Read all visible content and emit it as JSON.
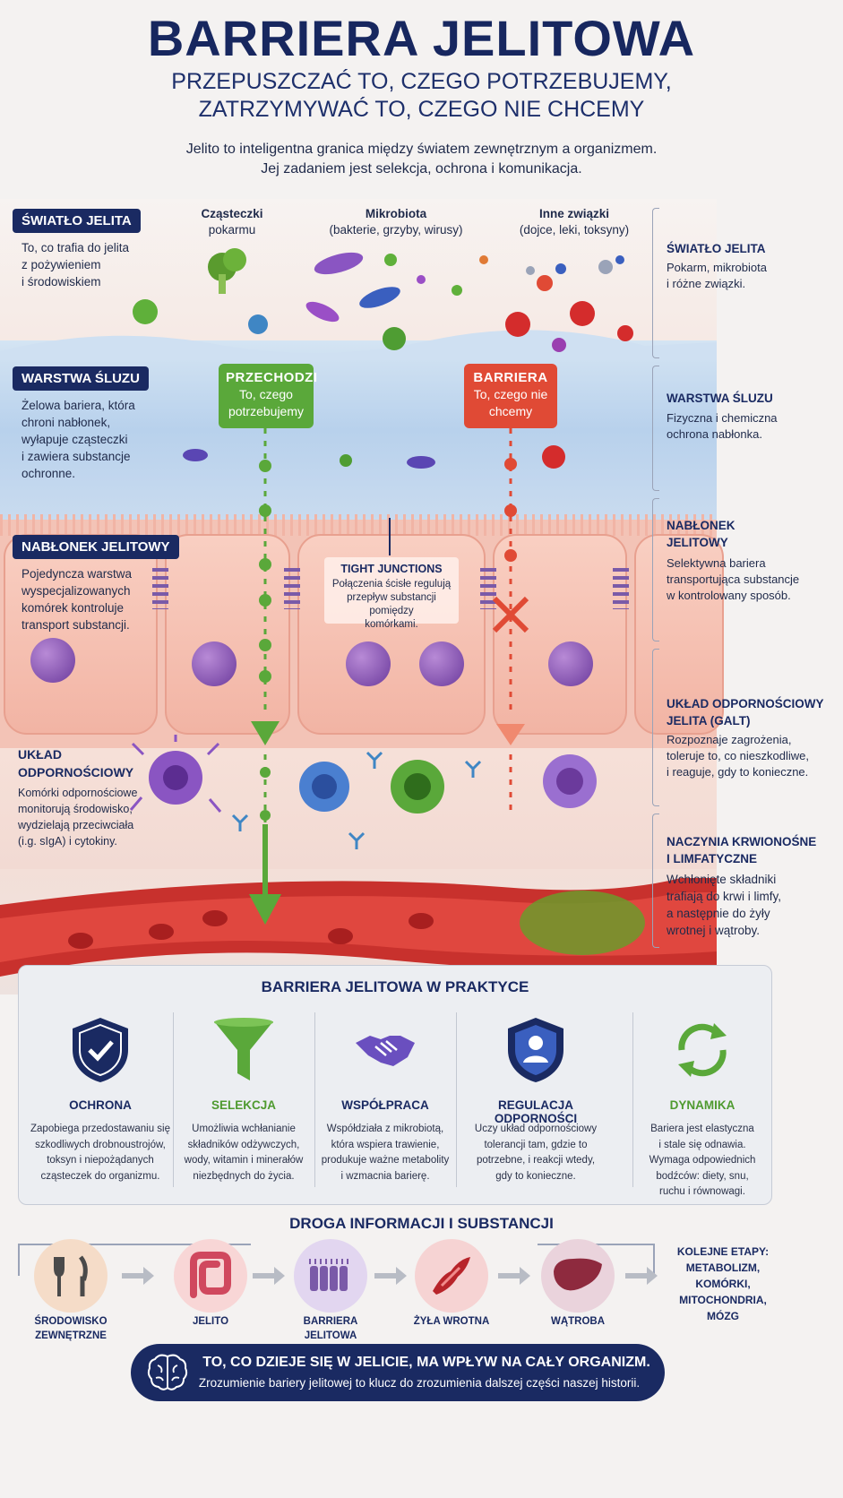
{
  "header": {
    "title": "BARRIERA JELITOWA",
    "subtitle_line1": "PRZEPUSZCZAĆ TO, CZEGO POTRZEBUJEMY,",
    "subtitle_line2": "ZATRZYMYWAĆ TO, CZEGO NIE CHCEMY",
    "intro_line1": "Jelito to inteligentna granica między światem zewnętrznym a organizmem.",
    "intro_line2": "Jej zadaniem jest selekcja, ochrona i komunikacja."
  },
  "columns": {
    "food": {
      "title": "Cząsteczki",
      "sub": "pokarmu"
    },
    "microbiota": {
      "title": "Mikrobiota",
      "sub": "(bakterie, grzyby, wirusy)"
    },
    "other": {
      "title": "Inne związki",
      "sub": "(dojce, leki, toksyny)"
    }
  },
  "left_labels": {
    "lumen": {
      "tag": "ŚWIATŁO JELITA",
      "lines": [
        "To, co trafia do jelita",
        "z pożywieniem",
        "i środowiskiem"
      ]
    },
    "mucus": {
      "tag": "WARSTWA ŚLUZU",
      "lines": [
        "Żelowa bariera, która",
        "chroni nabłonek,",
        "wyłapuje cząsteczki",
        "i zawiera substancje",
        "ochronne."
      ]
    },
    "epithelium": {
      "tag": "NABŁONEK JELITOWY",
      "lines": [
        "Pojedyncza warstwa",
        "wyspecjalizowanych",
        "komórek kontroluje",
        "transport substancji."
      ]
    },
    "immune": {
      "head_line1": "UKŁAD",
      "head_line2": "ODPORNOŚCIOWY",
      "lines": [
        "Komórki odpornościowe",
        "monitorują środowisko,",
        "wydzielają przeciwciała",
        "(i.g. sIgA) i cytokiny."
      ]
    }
  },
  "right_labels": {
    "lumen": {
      "head": "ŚWIATŁO JELITA",
      "lines": [
        "Pokarm, mikrobiota",
        "i różne związki."
      ]
    },
    "mucus": {
      "head": "WARSTWA ŚLUZU",
      "lines": [
        "Fizyczna i chemiczna",
        "ochrona nabłonka."
      ]
    },
    "epithelium": {
      "head_line1": "NABŁONEK",
      "head_line2": "JELITOWY",
      "lines": [
        "Selektywna bariera",
        "transportująca substancje",
        "w kontrolowany sposób."
      ]
    },
    "galt": {
      "head_line1": "UKŁAD ODPORNOŚCIOWY",
      "head_line2": "JELITA (GALT)",
      "lines": [
        "Rozpoznaje zagrożenia,",
        "toleruje to, co nieszkodliwe,",
        "i reaguje, gdy to konieczne."
      ]
    },
    "vessels": {
      "head_line1": "NACZYNIA KRWIONOŚNE",
      "head_line2": "I LIMFATYCZNE",
      "lines": [
        "Wchłonięte składniki",
        "trafiają do krwi i limfy,",
        "a następnie do żyły",
        "wrotnej i wątroby."
      ]
    }
  },
  "gates": {
    "pass": {
      "title": "PRZECHODZI",
      "line1": "To, czego",
      "line2": "potrzebujemy",
      "color": "#5aa83a"
    },
    "block": {
      "title": "BARRIERA",
      "line1": "To, czego nie",
      "line2": "chcemy",
      "color": "#e04a35"
    }
  },
  "tight_junctions": {
    "title": "TIGHT JUNCTIONS",
    "lines": [
      "Połączenia ścisłe regulują",
      "przepływ substancji pomiędzy",
      "komórkami."
    ]
  },
  "practice": {
    "title": "BARRIERA JELITOWA W PRAKTYCE",
    "items": [
      {
        "title": "OCHRONA",
        "color": "#1a2a62",
        "icon": "shield-check-icon",
        "lines": [
          "Zapobiega przedostawaniu się",
          "szkodliwych drobnoustrojów,",
          "toksyn i niepożądanych",
          "cząsteczek do organizmu."
        ]
      },
      {
        "title": "SELEKCJA",
        "color": "#4e9a2f",
        "icon": "funnel-icon",
        "lines": [
          "Umożliwia wchłanianie",
          "składników odżywczych,",
          "wody, witamin i minerałów",
          "niezbędnych do życia."
        ]
      },
      {
        "title": "WSPÓŁPRACA",
        "color": "#1a2a62",
        "icon": "handshake-icon",
        "lines": [
          "Współdziała z mikrobiotą,",
          "która wspiera trawienie,",
          "produkuje ważne metabolity",
          "i wzmacnia barierę."
        ]
      },
      {
        "title": "REGULACJA ODPORNOŚCI",
        "color": "#1a2a62",
        "icon": "shield-person-icon",
        "lines": [
          "Uczy układ odpornościowy",
          "tolerancji tam, gdzie to",
          "potrzebne, i reakcji wtedy,",
          "gdy to konieczne."
        ]
      },
      {
        "title": "DYNAMIKA",
        "color": "#4e9a2f",
        "icon": "cycle-icon",
        "lines": [
          "Bariera jest elastyczna",
          "i stale się odnawia.",
          "Wymaga odpowiednich",
          "bodźców: diety, snu,",
          "ruchu i równowagi."
        ]
      }
    ]
  },
  "route": {
    "title": "DROGA INFORMACJI I SUBSTANCJI",
    "nodes": [
      {
        "line1": "ŚRODOWISKO",
        "line2": "ZEWNĘTRZNE",
        "icon": "cutlery-icon"
      },
      {
        "line1": "JELITO",
        "line2": "",
        "icon": "intestine-icon"
      },
      {
        "line1": "BARRIERA",
        "line2": "JELITOWA",
        "icon": "barrier-icon"
      },
      {
        "line1": "ŻYŁA WROTNA",
        "line2": "",
        "icon": "vein-icon"
      },
      {
        "line1": "WĄTROBA",
        "line2": "",
        "icon": "liver-icon"
      }
    ],
    "next": [
      "KOLEJNE ETAPY:",
      "METABOLIZM,",
      "KOMÓRKI,",
      "MITOCHONDRIA,",
      "MÓZG"
    ]
  },
  "footer": {
    "headline": "TO, CO DZIEJE SIĘ W JELICIE, MA WPŁYW NA CAŁY ORGANIZM.",
    "sub": "Zrozumienie bariery jelitowej to klucz do zrozumienia dalszej części naszej historii."
  }
}
